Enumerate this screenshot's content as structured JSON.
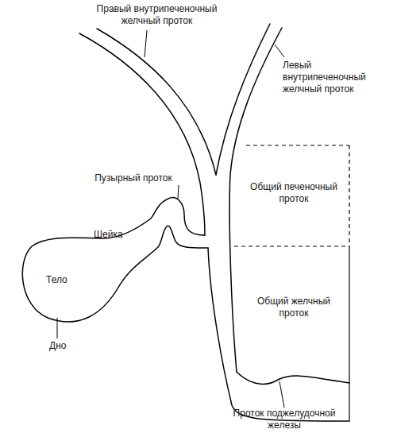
{
  "diagram": {
    "labels": [
      "Правый внутрипеченочный желчный проток",
      "Левый внутрипеченочный желчный проток",
      "Пузырный проток",
      "Шейка",
      "Общий печеночный проток",
      "Тело",
      "Общий желчный проток",
      "Дно",
      "Проток поджелудочной железы"
    ]
  }
}
